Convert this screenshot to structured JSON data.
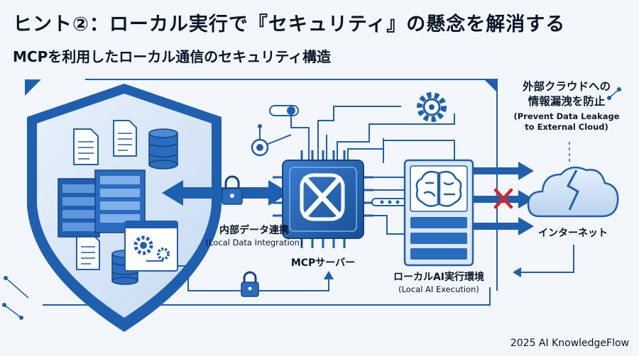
{
  "header": {
    "title": "ヒント②：ローカル実行で『セキュリティ』の懸念を解消する",
    "subtitle": "MCPを利用したローカル通信のセキュリティ構造"
  },
  "labels": {
    "local_data": {
      "main": "内部データ連携",
      "sub": "(Local Data Integration)"
    },
    "mcp_server": {
      "main": "MCPサーバー"
    },
    "local_ai": {
      "main": "ローカルAI実行環境",
      "sub": "(Local AI Execution)"
    },
    "internet": {
      "main": "インターネット"
    },
    "prevent": {
      "line1": "外部クラウドへの",
      "line2": "情報漏洩を防止",
      "sub1": "(Prevent Data Leakage",
      "sub2": "to External Cloud)"
    }
  },
  "footer": {
    "credit": "2025 AI KnowledgeFlow"
  },
  "colors": {
    "primary": "#1f5fb0",
    "light": "#cfe0f5",
    "accent_red": "#d9232d"
  }
}
